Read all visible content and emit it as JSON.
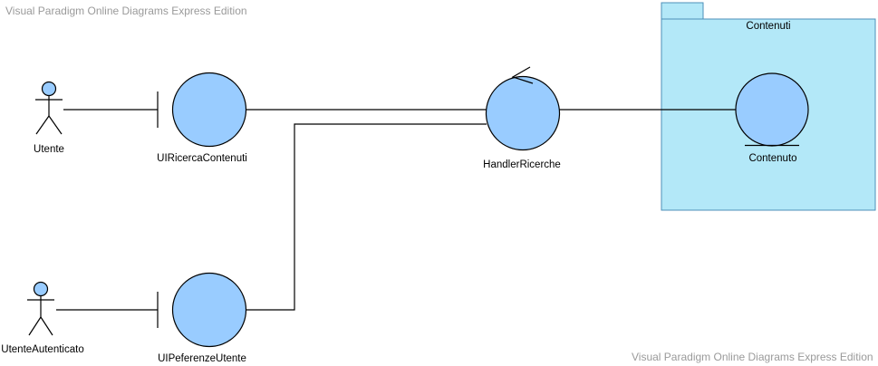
{
  "watermark_top": "Visual Paradigm Online Diagrams Express Edition",
  "watermark_bottom": "Visual Paradigm Online Diagrams Express Edition",
  "colors": {
    "fill": "#99ccff",
    "package_fill": "#b3e8f8",
    "package_stroke": "#4d8fb8",
    "stroke": "#000000"
  },
  "actors": {
    "utente": "Utente",
    "utente_autenticato": "UtenteAutenticato"
  },
  "boundaries": {
    "ricerca": "UIRicercaContenuti",
    "preferenze": "UIPeferenzeUtente"
  },
  "control": {
    "handler": "HandlerRicerche"
  },
  "package": {
    "name": "Contenuti"
  },
  "entity": {
    "contenuto": "Contenuto"
  }
}
